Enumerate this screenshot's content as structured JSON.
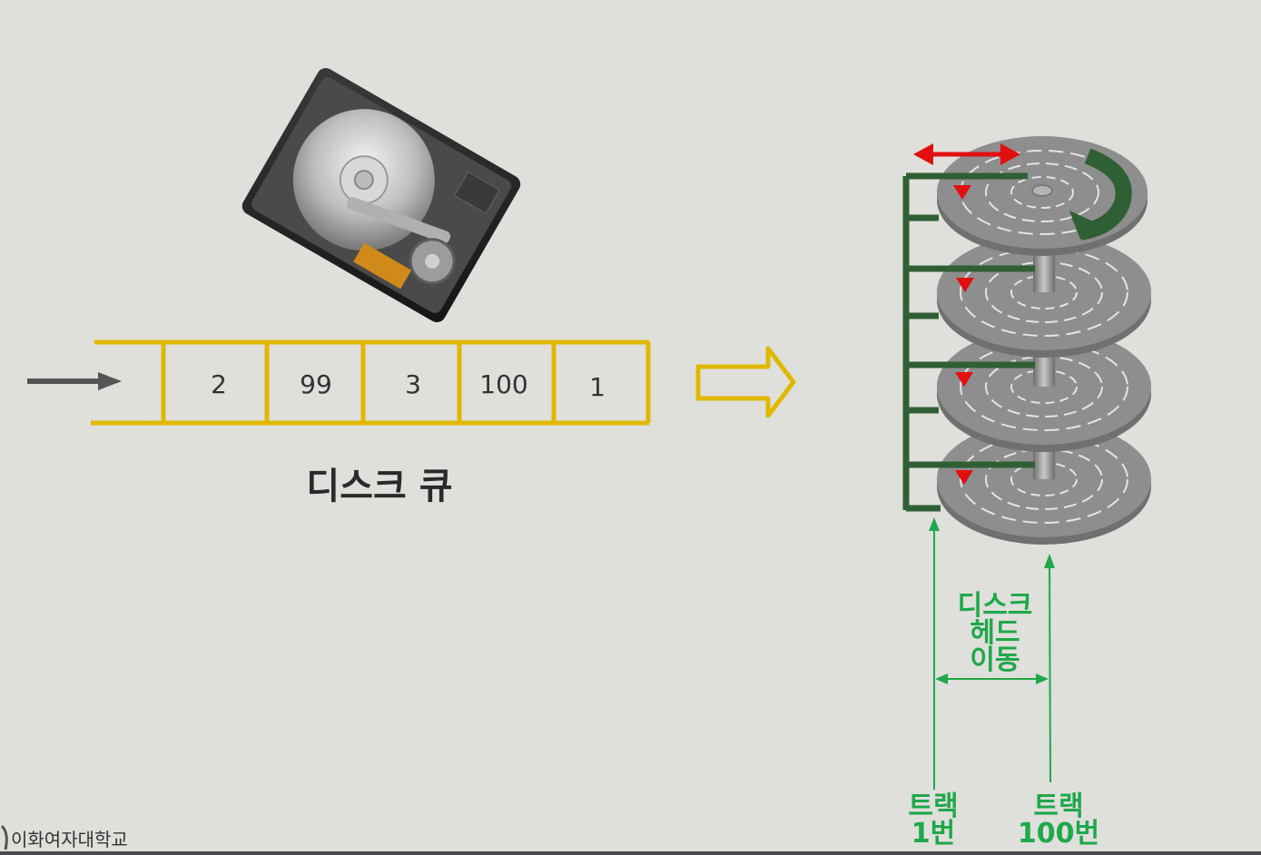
{
  "disk_queue": {
    "values": [
      "2",
      "99",
      "3",
      "100",
      "1"
    ],
    "label": "디스크 큐"
  },
  "disk_head": {
    "move_label_line1": "디스크",
    "move_label_line2": "헤드",
    "move_label_line3": "이동",
    "track_first_line1": "트랙",
    "track_first_line2": "1번",
    "track_last_line1": "트랙",
    "track_last_line2": "100번"
  },
  "footer": {
    "university": "이화여자대학교"
  },
  "colors": {
    "queue_border": "#e0b800",
    "arm_green": "#2f5f34",
    "accent_green": "#1fa84a",
    "red": "#e10f0f",
    "platter": "#8e8e8e"
  }
}
